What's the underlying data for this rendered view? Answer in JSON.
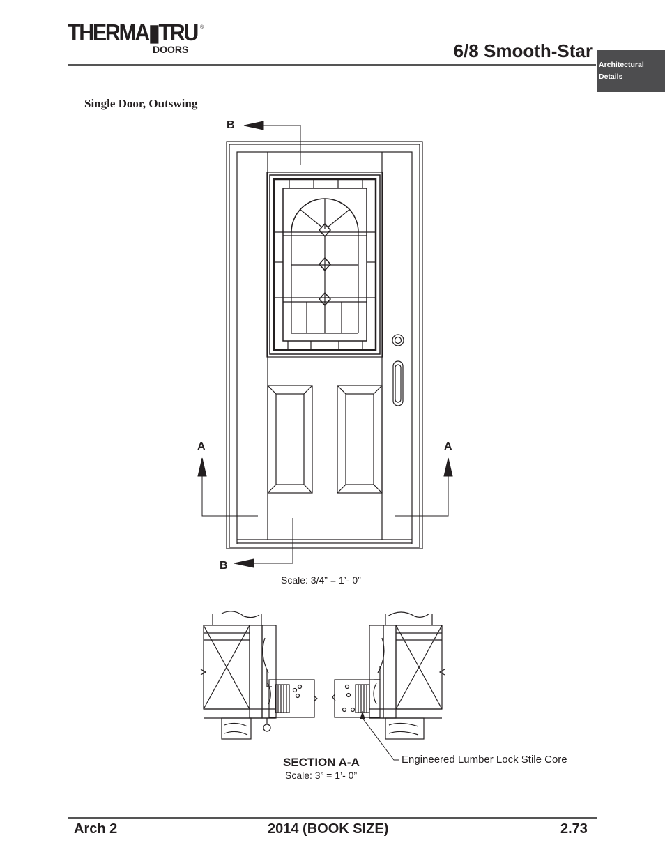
{
  "header": {
    "logo_main": "THERMA▮TRU",
    "logo_sub": "DOORS",
    "logo_reg": "®",
    "title": "6/8 Smooth-Star",
    "tab": "Architectural Details"
  },
  "subtitle": "Single Door, Outswing",
  "elevation": {
    "label_b_top": "B",
    "label_b_bottom": "B",
    "label_a_left": "A",
    "label_a_right": "A",
    "scale": "Scale: 3/4” = 1’- 0”"
  },
  "section": {
    "title": "SECTION A-A",
    "scale": "Scale:  3” = 1’- 0”",
    "callout": "Engineered Lumber Lock Stile Core"
  },
  "footer": {
    "left": "Arch 2",
    "center": "2014 (BOOK SIZE)",
    "right": "2.73"
  }
}
